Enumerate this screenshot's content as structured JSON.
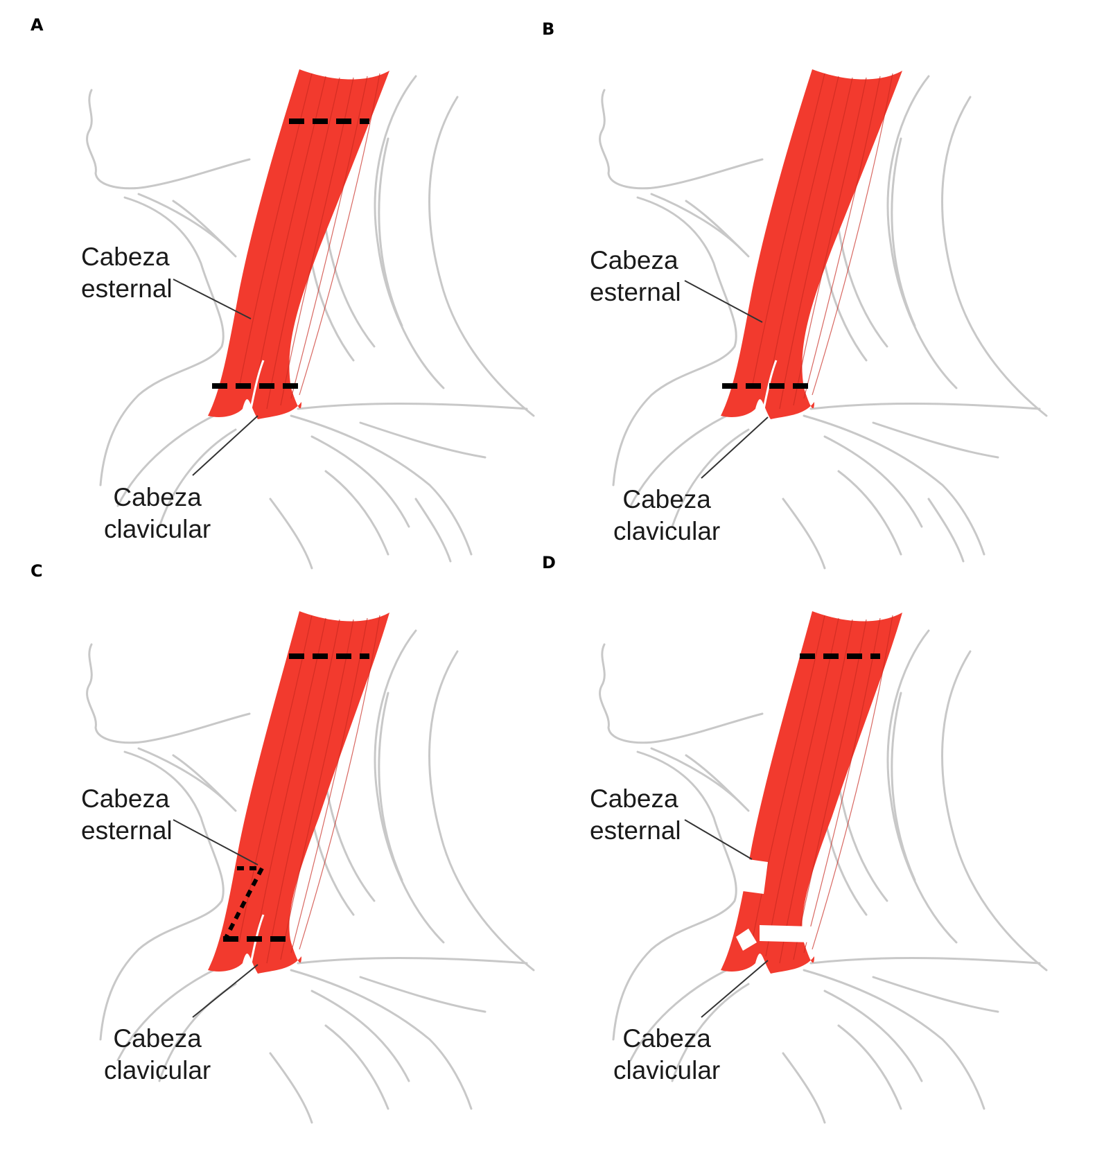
{
  "colors": {
    "muscle": "#f23a2e",
    "muscle_line": "#c8281f",
    "outline": "#c8c8c8",
    "cut": "#000000",
    "gap": "#ffffff"
  },
  "panels": [
    {
      "letter": "A",
      "sternal": [
        "Cabeza",
        "esternal"
      ],
      "clavicular": [
        "Cabeza",
        "clavicular"
      ]
    },
    {
      "letter": "B",
      "sternal": [
        "Cabeza",
        "esternal"
      ],
      "clavicular": [
        "Cabeza",
        "clavicular"
      ]
    },
    {
      "letter": "C",
      "sternal": [
        "Cabeza",
        "esternal"
      ],
      "clavicular": [
        "Cabeza",
        "clavicular"
      ]
    },
    {
      "letter": "D",
      "sternal": [
        "Cabeza",
        "esternal"
      ],
      "clavicular": [
        "Cabeza",
        "clavicular"
      ]
    }
  ]
}
